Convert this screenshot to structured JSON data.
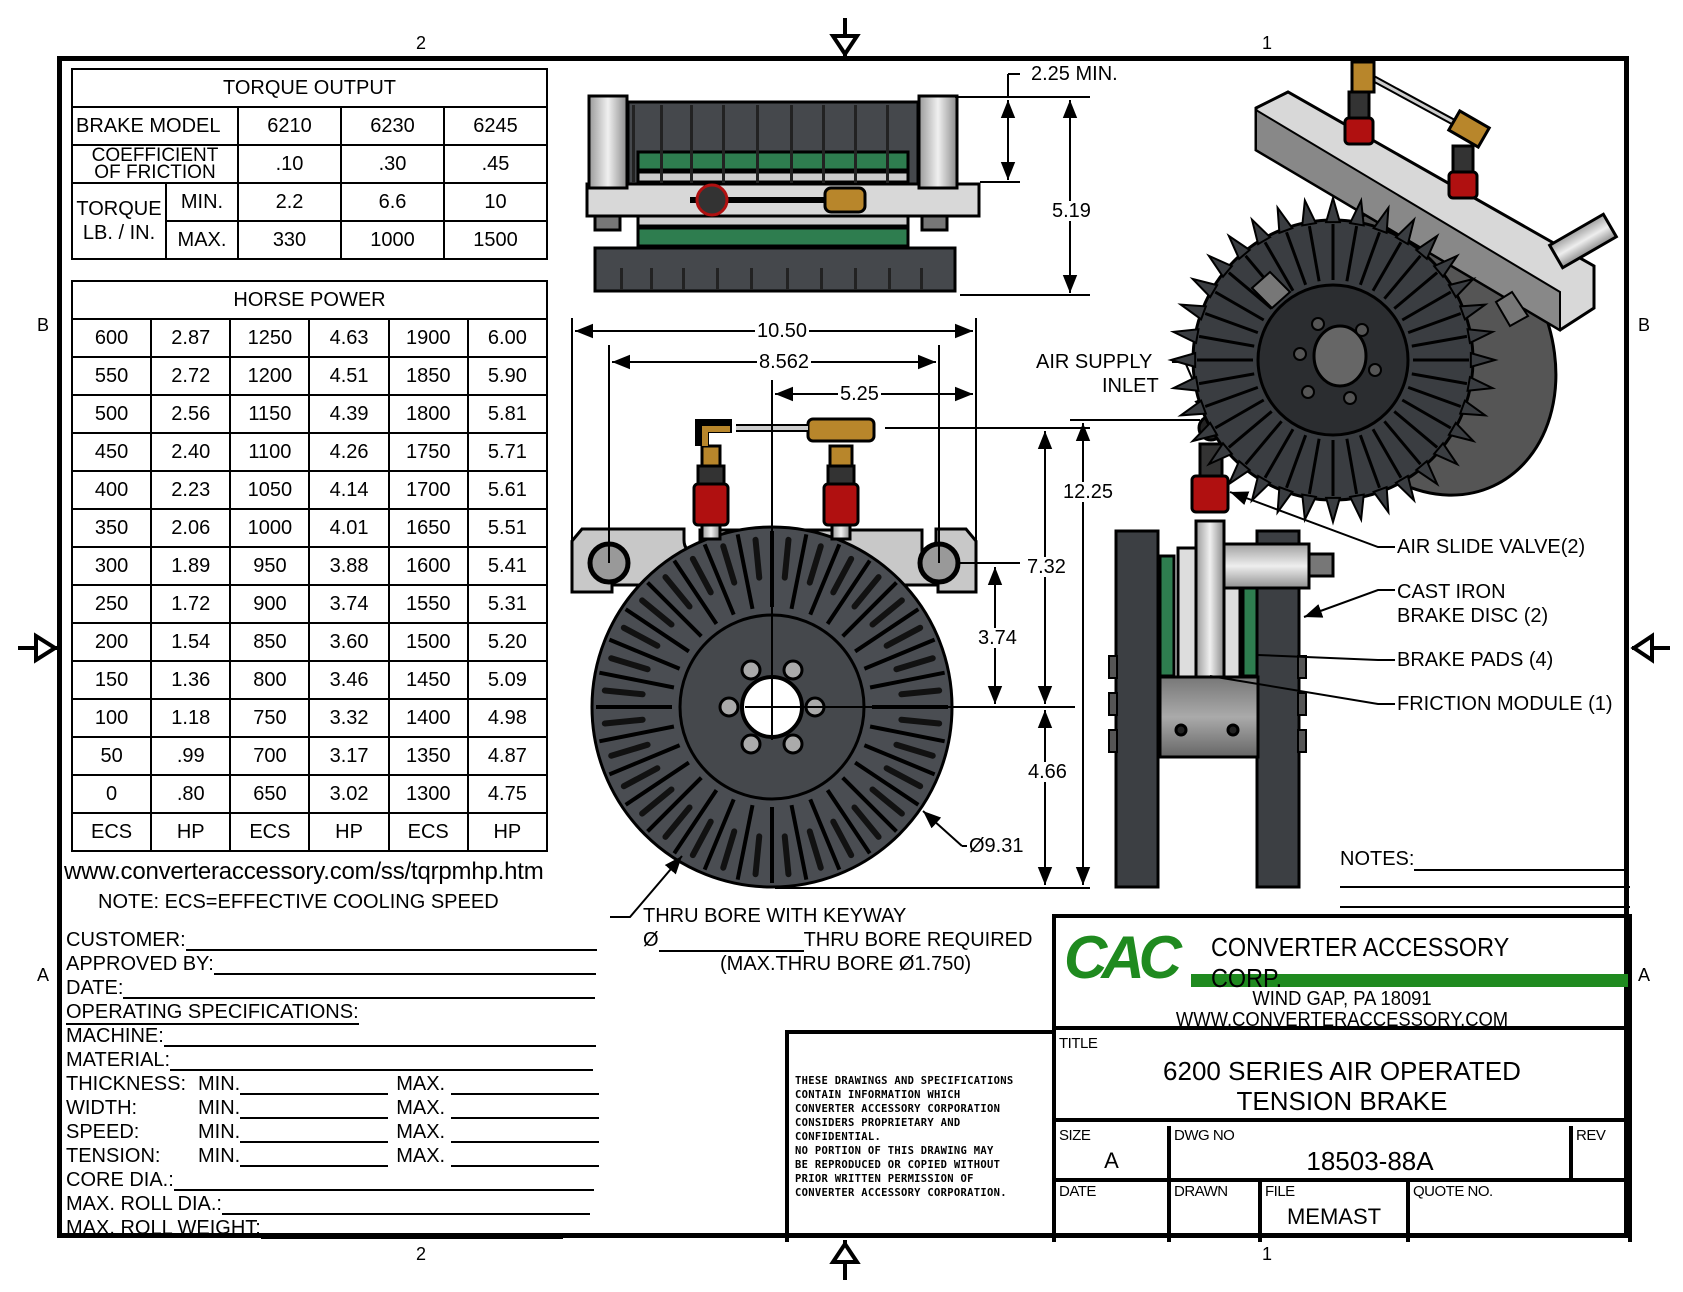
{
  "zones": {
    "top_left": "2",
    "top_right": "1",
    "bottom_left": "2",
    "bottom_right": "1",
    "left_upper": "B",
    "left_lower": "A",
    "right_upper": "B",
    "right_lower": "A"
  },
  "torque_table": {
    "title": "TORQUE OUTPUT",
    "model_label": "BRAKE  MODEL",
    "models": [
      "6210",
      "6230",
      "6245"
    ],
    "cof_label_1": "COEFFICIENT",
    "cof_label_2": "OF FRICTION",
    "cof": [
      ".10",
      ".30",
      ".45"
    ],
    "torque_label_1": "TORQUE",
    "torque_label_2": "LB. / IN.",
    "min_label": "MIN.",
    "max_label": "MAX.",
    "min": [
      "2.2",
      "6.6",
      "10"
    ],
    "max": [
      "330",
      "1000",
      "1500"
    ]
  },
  "hp_table": {
    "title": "HORSE POWER",
    "rows": [
      [
        "600",
        "2.87",
        "1250",
        "4.63",
        "1900",
        "6.00"
      ],
      [
        "550",
        "2.72",
        "1200",
        "4.51",
        "1850",
        "5.90"
      ],
      [
        "500",
        "2.56",
        "1150",
        "4.39",
        "1800",
        "5.81"
      ],
      [
        "450",
        "2.40",
        "1100",
        "4.26",
        "1750",
        "5.71"
      ],
      [
        "400",
        "2.23",
        "1050",
        "4.14",
        "1700",
        "5.61"
      ],
      [
        "350",
        "2.06",
        "1000",
        "4.01",
        "1650",
        "5.51"
      ],
      [
        "300",
        "1.89",
        "950",
        "3.88",
        "1600",
        "5.41"
      ],
      [
        "250",
        "1.72",
        "900",
        "3.74",
        "1550",
        "5.31"
      ],
      [
        "200",
        "1.54",
        "850",
        "3.60",
        "1500",
        "5.20"
      ],
      [
        "150",
        "1.36",
        "800",
        "3.46",
        "1450",
        "5.09"
      ],
      [
        "100",
        "1.18",
        "750",
        "3.32",
        "1400",
        "4.98"
      ],
      [
        "50",
        ".99",
        "700",
        "3.17",
        "1350",
        "4.87"
      ],
      [
        "0",
        ".80",
        "650",
        "3.02",
        "1300",
        "4.75"
      ]
    ],
    "footer": [
      "ECS",
      "HP",
      "ECS",
      "HP",
      "ECS",
      "HP"
    ],
    "url": "www.converteraccessory.com/ss/tqrpmhp.htm",
    "note": "NOTE: ECS=EFFECTIVE COOLING SPEED"
  },
  "form": {
    "customer": "CUSTOMER:",
    "approved_by": "APPROVED BY:",
    "date": "DATE:",
    "operating_specs": "OPERATING SPECIFICATIONS:",
    "machine": "MACHINE:",
    "material": "MATERIAL:",
    "thickness": "THICKNESS:",
    "width": "WIDTH:",
    "speed": "SPEED:",
    "tension": "TENSION:",
    "min": "MIN.",
    "max": "MAX.",
    "core_dia": "CORE DIA.:",
    "max_roll_dia": "MAX. ROLL DIA.:",
    "max_roll_weight": "MAX. ROLL WEIGHT:"
  },
  "dimensions": {
    "d_2_25": "2.25 MIN.",
    "d_5_19": "5.19",
    "d_10_50": "10.50",
    "d_8_562": "8.562",
    "d_5_25": "5.25",
    "d_12_25": "12.25",
    "d_7_32": "7.32",
    "d_3_74": "3.74",
    "d_4_66": "4.66",
    "d_9_31": "Ø9.31"
  },
  "callouts": {
    "air_supply_1": "AIR SUPPLY",
    "air_supply_2": "INLET",
    "air_slide_valve": "AIR SLIDE VALVE(2)",
    "cast_iron_1": "CAST IRON",
    "cast_iron_2": "BRAKE DISC (2)",
    "brake_pads": "BRAKE PADS (4)",
    "friction_module": "FRICTION MODULE (1)",
    "thru_bore_1": "THRU BORE WITH KEYWAY",
    "thru_bore_diam": "Ø",
    "thru_bore_2": "THRU BORE REQUIRED",
    "thru_bore_3": "(MAX.THRU BORE Ø1.750)",
    "notes": "NOTES:"
  },
  "proprietary": [
    "THESE DRAWINGS AND SPECIFICATIONS",
    "CONTAIN INFORMATION WHICH",
    "CONVERTER ACCESSORY CORPORATION",
    "CONSIDERS PROPRIETARY AND",
    "CONFIDENTIAL.",
    "NO PORTION OF THIS DRAWING MAY",
    "BE REPRODUCED OR COPIED WITHOUT",
    "PRIOR WRITTEN PERMISSION OF",
    "CONVERTER ACCESSORY CORPORATION."
  ],
  "title_block": {
    "logo": "CAC",
    "company": "CONVERTER ACCESSORY CORP.",
    "address": "WIND GAP, PA 18091",
    "website": "WWW.CONVERTERACCESSORY.COM",
    "title_label": "TITLE",
    "title_line_1": "6200 SERIES AIR OPERATED",
    "title_line_2": "TENSION BRAKE",
    "size_label": "SIZE",
    "size": "A",
    "dwg_no_label": "DWG NO",
    "dwg_no": "18503-88A",
    "rev_label": "REV",
    "date_label": "DATE",
    "drawn_label": "DRAWN",
    "file_label": "FILE",
    "file": "MEMAST",
    "quote_label": "QUOTE NO."
  },
  "colors": {
    "brand_green": "#1f8a1f",
    "disc_dark": "#4a4d52",
    "valve_red": "#b01010",
    "fitting_brass": "#b8862b",
    "pad_green": "#2e7d4f",
    "bracket_grey": "#c8c8c8"
  }
}
